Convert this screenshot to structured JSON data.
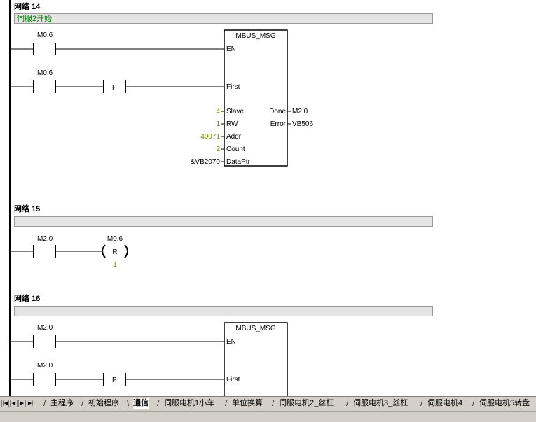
{
  "networks": [
    {
      "title": "网络 14",
      "comment": "伺服2开始",
      "rung1": {
        "contact": "M0.6"
      },
      "rung2": {
        "contact": "M0.6",
        "edge": "P"
      },
      "block": {
        "name": "MBUS_MSG",
        "en": "EN",
        "first": "First",
        "inputs": [
          {
            "value": "4",
            "pin": "Slave"
          },
          {
            "value": "1",
            "pin": "RW"
          },
          {
            "value": "40071",
            "pin": "Addr"
          },
          {
            "value": "2",
            "pin": "Count"
          },
          {
            "value": "&VB2070",
            "pin": "DataPtr"
          }
        ],
        "outputs": [
          {
            "pin": "Done",
            "value": "M2.0"
          },
          {
            "pin": "Error",
            "value": "VB506"
          }
        ]
      }
    },
    {
      "title": "网络 15",
      "comment": "",
      "contact": "M2.0",
      "coil": {
        "address": "M0.6",
        "type": "R",
        "count": "1"
      }
    },
    {
      "title": "网络 16",
      "comment": "",
      "rung1": {
        "contact": "M2.0"
      },
      "rung2": {
        "contact": "M2.0",
        "edge": "P"
      },
      "block": {
        "name": "MBUS_MSG",
        "en": "EN",
        "first": "First"
      }
    }
  ],
  "tabs": [
    {
      "label": "主程序",
      "active": false
    },
    {
      "label": "初始程序",
      "active": false
    },
    {
      "label": "通信",
      "active": true
    },
    {
      "label": "伺服电机1小车",
      "active": false
    },
    {
      "label": "单位换算",
      "active": false
    },
    {
      "label": "伺服电机2_丝杠",
      "active": false
    },
    {
      "label": "伺服电机3_丝杠",
      "active": false
    },
    {
      "label": "伺服电机4",
      "active": false
    },
    {
      "label": "伺服电机5转盘",
      "active": false
    }
  ],
  "nav": [
    "first-icon",
    "prev-icon",
    "next-icon",
    "last-icon"
  ],
  "colors": {
    "comment_text": "#007a00",
    "constant": "#808000",
    "tabbar": "#d4d0c8"
  }
}
